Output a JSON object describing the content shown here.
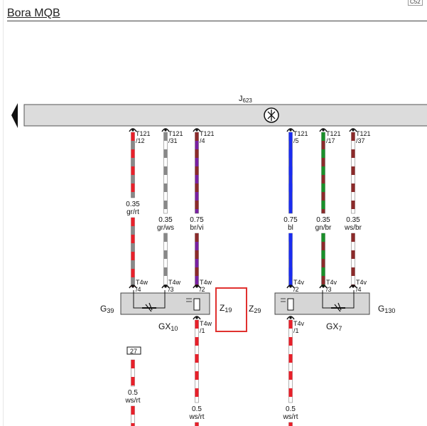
{
  "header": {
    "title": "Bora MQB",
    "page_ref": "C52"
  },
  "module": {
    "name": "J",
    "sub": "623"
  },
  "colors": {
    "red": "#e8202a",
    "grey": "#888888",
    "purple": "#7a1fa2",
    "maroon": "#8b2a2a",
    "blue": "#1a2cf0",
    "green": "#1a8f2a",
    "white": "#ffffff",
    "highlight": "#e0312f"
  },
  "wires": [
    {
      "pin_top_a": "T121",
      "pin_top_b": "/12",
      "size": "0.35",
      "color_code": "gr/rt",
      "pin_bot_a": "T4w",
      "pin_bot_b": "/4",
      "c1": "red",
      "c2": "grey"
    },
    {
      "pin_top_a": "T121",
      "pin_top_b": "/31",
      "size": "0.35",
      "color_code": "gr/ws",
      "pin_bot_a": "T4w",
      "pin_bot_b": "/3",
      "c1": "grey",
      "c2": "white"
    },
    {
      "pin_top_a": "T121",
      "pin_top_b": "/4",
      "size": "0.75",
      "color_code": "br/vi",
      "pin_bot_a": "T4w",
      "pin_bot_b": "/2",
      "c1": "maroon",
      "c2": "purple"
    },
    {
      "pin_top_a": "T121",
      "pin_top_b": "/5",
      "size": "0.75",
      "color_code": "bl",
      "pin_bot_a": "T4v",
      "pin_bot_b": "/2",
      "c1": "blue",
      "c2": "blue"
    },
    {
      "pin_top_a": "T121",
      "pin_top_b": "/17",
      "size": "0.35",
      "color_code": "gn/br",
      "pin_bot_a": "T4v",
      "pin_bot_b": "/3",
      "c1": "green",
      "c2": "maroon"
    },
    {
      "pin_top_a": "T121",
      "pin_top_b": "/37",
      "size": "0.35",
      "color_code": "ws/br",
      "pin_bot_a": "T4v",
      "pin_bot_b": "/4",
      "c1": "maroon",
      "c2": "white"
    }
  ],
  "sensors": [
    {
      "name": "G",
      "sub": "39",
      "component": "GX",
      "component_sub": "10"
    },
    {
      "name": "G",
      "sub": "130",
      "component": "GX",
      "component_sub": "7"
    }
  ],
  "shield": {
    "name": "Z",
    "sub": "19"
  },
  "shield_label": {
    "name": "Z",
    "sub": "29"
  },
  "lower_wires": [
    {
      "ref": "27",
      "size": "0.5",
      "color_code": "ws/rt"
    },
    {
      "pin_a": "T4w",
      "pin_b": "/1",
      "size": "0.5",
      "color_code": "ws/rt"
    },
    {
      "pin_a": "T4v",
      "pin_b": "/1",
      "size": "0.5",
      "color_code": "ws/rt"
    }
  ]
}
